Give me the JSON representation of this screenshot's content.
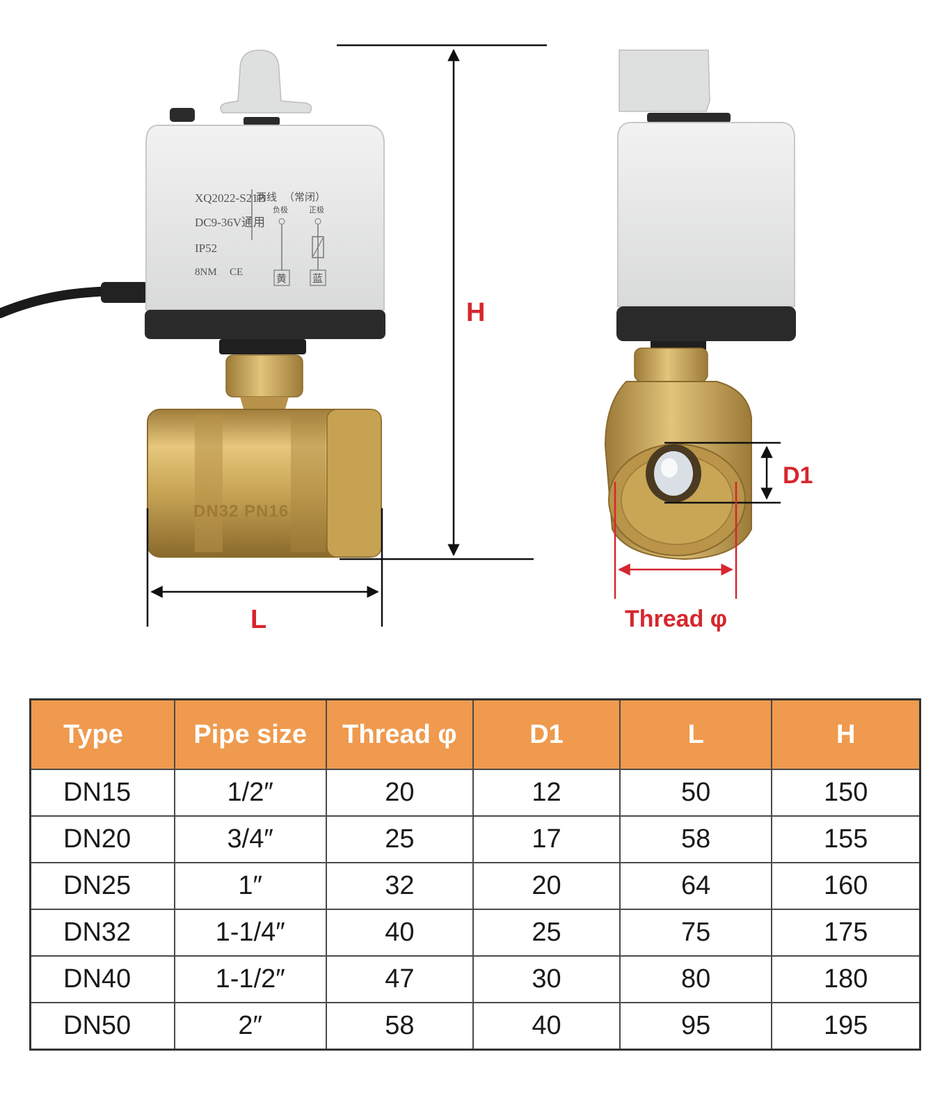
{
  "diagram": {
    "dimension_labels": {
      "height": "H",
      "length": "L",
      "bore": "D1",
      "thread": "Thread φ"
    },
    "actuator_label": {
      "model": "XQ2022-S21B",
      "voltage": "DC9-36V通用",
      "protection": "IP52",
      "torque": "8NM",
      "cert": "CE",
      "wiring": "两线",
      "mode": "（常闭）",
      "negative": "负极",
      "positive": "正极",
      "wire_a": "黄",
      "wire_b": "蓝"
    },
    "body_marking": "DN32 PN16",
    "colors": {
      "dimension_red": "#d6262e",
      "actuator_gray": "#e5e6e6",
      "brass": "#c9a656"
    }
  },
  "table": {
    "headers": [
      "Type",
      "Pipe size",
      "Thread φ",
      "D1",
      "L",
      "H"
    ],
    "rows": [
      [
        "DN15",
        "1/2″",
        "20",
        "12",
        "50",
        "150"
      ],
      [
        "DN20",
        "3/4″",
        "25",
        "17",
        "58",
        "155"
      ],
      [
        "DN25",
        "1″",
        "32",
        "20",
        "64",
        "160"
      ],
      [
        "DN32",
        "1-1/4″",
        "40",
        "25",
        "75",
        "175"
      ],
      [
        "DN40",
        "1-1/2″",
        "47",
        "30",
        "80",
        "180"
      ],
      [
        "DN50",
        "2″",
        "58",
        "40",
        "95",
        "195"
      ]
    ],
    "header_color": "#ef9a4e"
  }
}
